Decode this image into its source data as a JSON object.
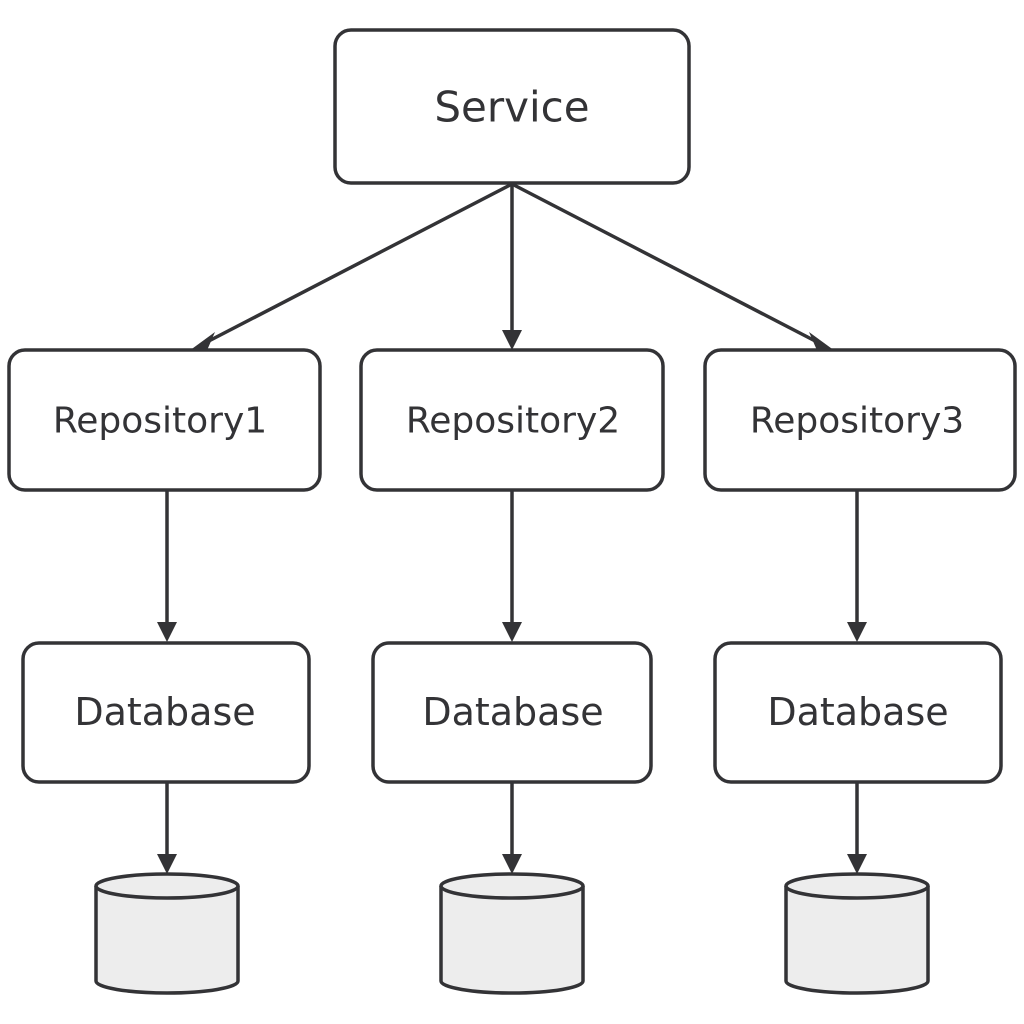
{
  "diagram": {
    "service": {
      "label": "Service"
    },
    "repositories": [
      {
        "label": "Repository1",
        "database": {
          "label": "Database"
        }
      },
      {
        "label": "Repository2",
        "database": {
          "label": "Database"
        }
      },
      {
        "label": "Repository3",
        "database": {
          "label": "Database"
        }
      }
    ],
    "colors": {
      "stroke": "#333336",
      "node_fill": "#ffffff",
      "cylinder_fill": "#ededed",
      "text": "#333336"
    }
  }
}
